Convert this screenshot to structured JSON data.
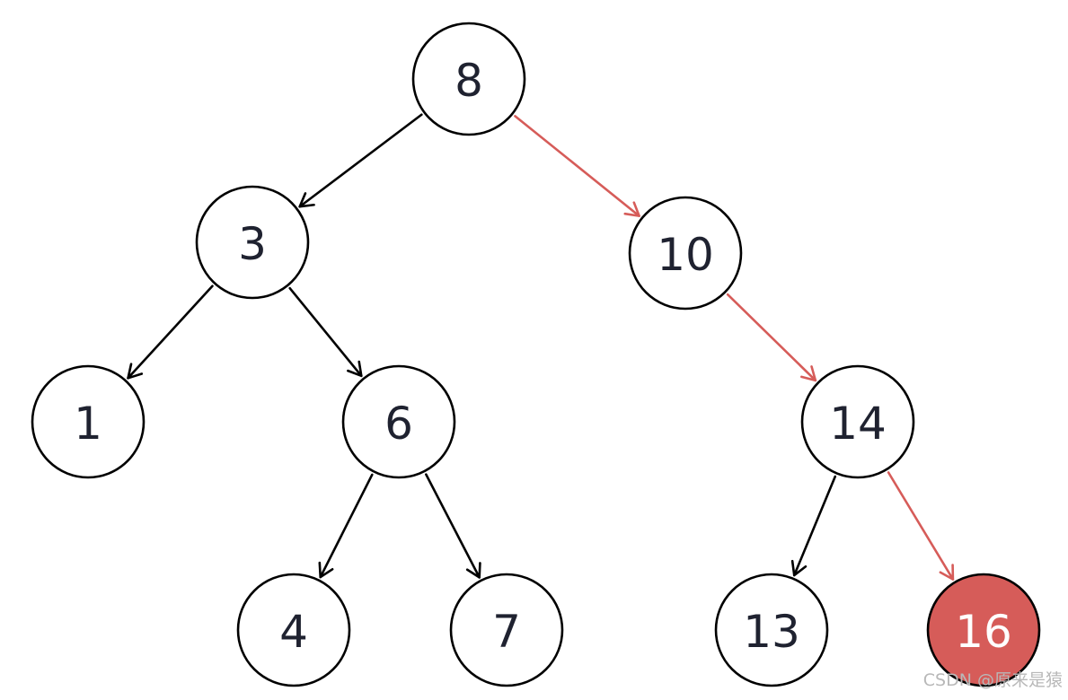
{
  "diagram": {
    "colors": {
      "background": "#ffffff",
      "node_stroke": "#000000",
      "node_fill": "#ffffff",
      "text": "#1f2230",
      "highlight": "#d65c59",
      "highlight_text": "#ffffff"
    },
    "nodes": [
      {
        "id": "n8",
        "label": "8",
        "highlight": false
      },
      {
        "id": "n3",
        "label": "3",
        "highlight": false
      },
      {
        "id": "n10",
        "label": "10",
        "highlight": false
      },
      {
        "id": "n1",
        "label": "1",
        "highlight": false
      },
      {
        "id": "n6",
        "label": "6",
        "highlight": false
      },
      {
        "id": "n14",
        "label": "14",
        "highlight": false
      },
      {
        "id": "n4",
        "label": "4",
        "highlight": false
      },
      {
        "id": "n7",
        "label": "7",
        "highlight": false
      },
      {
        "id": "n13",
        "label": "13",
        "highlight": false
      },
      {
        "id": "n16",
        "label": "16",
        "highlight": true
      }
    ],
    "edges": [
      {
        "from": "n8",
        "to": "n3",
        "highlight": false
      },
      {
        "from": "n8",
        "to": "n10",
        "highlight": true
      },
      {
        "from": "n3",
        "to": "n1",
        "highlight": false
      },
      {
        "from": "n3",
        "to": "n6",
        "highlight": false
      },
      {
        "from": "n10",
        "to": "n14",
        "highlight": true
      },
      {
        "from": "n6",
        "to": "n4",
        "highlight": false
      },
      {
        "from": "n6",
        "to": "n7",
        "highlight": false
      },
      {
        "from": "n14",
        "to": "n13",
        "highlight": false
      },
      {
        "from": "n14",
        "to": "n16",
        "highlight": true
      }
    ]
  },
  "watermark": "CSDN @原来是猿"
}
